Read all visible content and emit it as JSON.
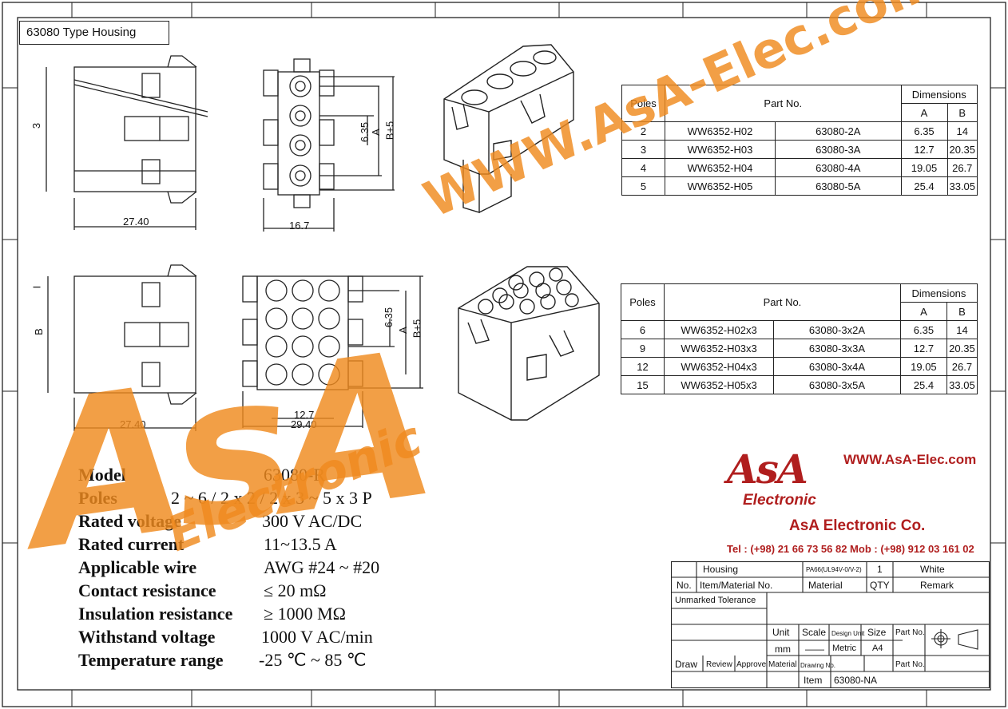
{
  "title": "63080 Type Housing",
  "views_top": {
    "dim_width": "27.40",
    "dim_h3": "3",
    "dim_front_width": "16.7",
    "dim_6_35": "6.35",
    "dim_a": "A",
    "dim_b5": "B+5"
  },
  "views_bottom": {
    "dim_width": "27.40",
    "dim_b": "B",
    "dim_i": "I",
    "dim_12_7": "12.7",
    "dim_29_40": "29.40",
    "dim_6_35": "6.35",
    "dim_a": "A",
    "dim_b5": "B+5"
  },
  "table1": {
    "headers": {
      "poles": "Poles",
      "part_no": "Part No.",
      "dimensions": "Dimensions",
      "a": "A",
      "b": "B"
    },
    "rows": [
      {
        "poles": "2",
        "code1": "WW6352-H02",
        "code2": "63080-2A",
        "a": "6.35",
        "b": "14"
      },
      {
        "poles": "3",
        "code1": "WW6352-H03",
        "code2": "63080-3A",
        "a": "12.7",
        "b": "20.35"
      },
      {
        "poles": "4",
        "code1": "WW6352-H04",
        "code2": "63080-4A",
        "a": "19.05",
        "b": "26.7"
      },
      {
        "poles": "5",
        "code1": "WW6352-H05",
        "code2": "63080-5A",
        "a": "25.4",
        "b": "33.05"
      }
    ]
  },
  "table2": {
    "headers": {
      "poles": "Poles",
      "part_no": "Part No.",
      "dimensions": "Dimensions",
      "a": "A",
      "b": "B"
    },
    "rows": [
      {
        "poles": "6",
        "code1": "WW6352-H02x3",
        "code2": "63080-3x2A",
        "a": "6.35",
        "b": "14"
      },
      {
        "poles": "9",
        "code1": "WW6352-H03x3",
        "code2": "63080-3x3A",
        "a": "12.7",
        "b": "20.35"
      },
      {
        "poles": "12",
        "code1": "WW6352-H04x3",
        "code2": "63080-3x4A",
        "a": "19.05",
        "b": "26.7"
      },
      {
        "poles": "15",
        "code1": "WW6352-H05x3",
        "code2": "63080-3x5A",
        "a": "25.4",
        "b": "33.05"
      }
    ]
  },
  "specs": [
    {
      "label": "Model",
      "value": "63080-R"
    },
    {
      "label": "Poles",
      "value": "2 ~ 6 / 2 x 2 / 2 x 3 ~ 5 x 3 P"
    },
    {
      "label": "Rated voltage",
      "value": "300 V AC/DC"
    },
    {
      "label": "Rated current",
      "value": "11~13.5  A"
    },
    {
      "label": "Applicable wire",
      "value": "AWG #24 ~ #20"
    },
    {
      "label": "Contact resistance",
      "value": "≤ 20 mΩ"
    },
    {
      "label": "Insulation resistance",
      "value": "≥ 1000 MΩ"
    },
    {
      "label": "Withstand voltage",
      "value": "1000 V AC/min"
    },
    {
      "label": "Temperature range",
      "value": "-25 ℃ ~ 85 ℃"
    }
  ],
  "logo": {
    "mark": "AsA",
    "sub": "Electronic",
    "website": "WWW.AsA-Elec.com",
    "company": "AsA Electronic Co.",
    "contact": "Tel : (+98) 21 66 73 56 82 Mob : (+98) 912 03 161 02",
    "color": "#b01e1e"
  },
  "watermark": {
    "url": "WWW.AsA-Elec.com",
    "mark": "AsA",
    "sub": "Electronic",
    "color": "#f08a1e"
  },
  "title_block": {
    "housing": "Housing",
    "material_spec": "PA66(UL94V-0/V-2)",
    "qty_val": "1",
    "color_val": "White",
    "no": "No.",
    "item_material_no": "Item/Material No.",
    "material": "Material",
    "qty": "QTY",
    "remark": "Remark",
    "unmarked_tolerance": "Unmarked Tolerance",
    "unit": "Unit",
    "scale": "Scale",
    "design_unit": "Design Unit",
    "size": "Size",
    "part_no": "Part No.",
    "mm": "mm",
    "scale_val": "——",
    "metric": "Metric",
    "a4": "A4",
    "draw": "Draw",
    "review": "Review",
    "approve": "Approve",
    "material2": "Material",
    "drawing_no": "Drawing No.",
    "part_no2": "Part No.",
    "item": "Item",
    "item_val": "63080-NA"
  }
}
